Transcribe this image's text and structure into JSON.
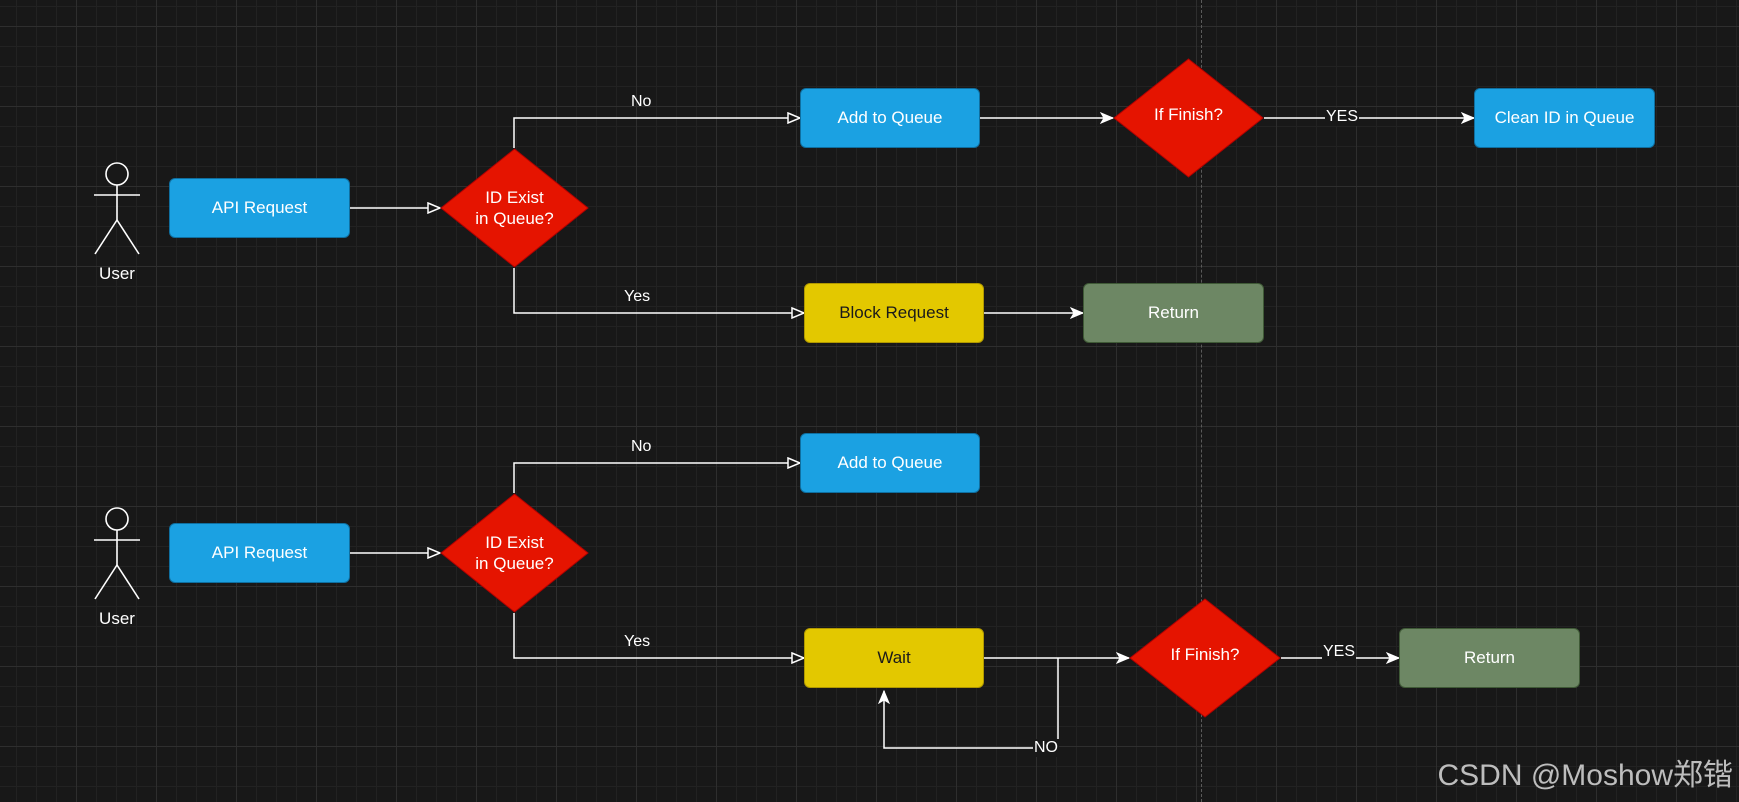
{
  "colors": {
    "process_blue": "#1ba1e2",
    "decision_red": "#e51400",
    "wait_yellow": "#e3c800",
    "return_green": "#6d8764",
    "connector": "#ffffff"
  },
  "flow1": {
    "actor_label": "User",
    "api_request": "API Request",
    "decision": "ID Exist\nin Queue?",
    "no_label": "No",
    "yes_label": "Yes",
    "add_to_queue": "Add to Queue",
    "if_finish": "If Finish?",
    "yes_upper": "YES",
    "clean_id": "Clean ID in Queue",
    "block_request": "Block Request",
    "return": "Return"
  },
  "flow2": {
    "actor_label": "User",
    "api_request": "API Request",
    "decision": "ID Exist\nin Queue?",
    "no_label": "No",
    "yes_label": "Yes",
    "add_to_queue": "Add to Queue",
    "wait": "Wait",
    "if_finish": "If Finish?",
    "yes_upper": "YES",
    "no_upper": "NO",
    "return": "Return"
  },
  "watermark": "CSDN @Moshow郑锴"
}
